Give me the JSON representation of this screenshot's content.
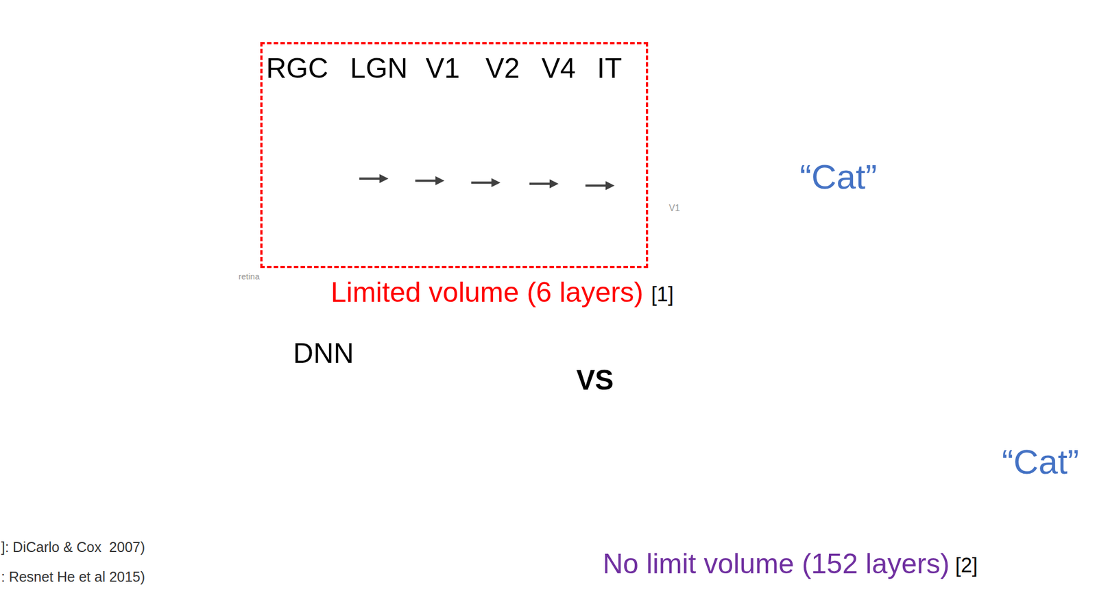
{
  "diagram": {
    "nodes": [
      {
        "text": [
          "Limited volume (6 layers)"
        ]
      },
      {
        "text": [
          "RGC"
        ],
        "in": 0
      },
      {
        "text": [
          "LGN"
        ],
        "in": 0
      },
      {
        "text": [
          "V1"
        ],
        "in": 0
      },
      {
        "text": [
          "V2"
        ],
        "in": 0
      },
      {
        "text": [
          "V4"
        ],
        "in": 0
      },
      {
        "text": [
          "IT"
        ],
        "in": 0
      }
    ],
    "edges": [
      {
        "from": 1,
        "to": 2,
        "arrow": "to"
      },
      {
        "from": 2,
        "to": 3,
        "arrow": "to"
      },
      {
        "from": 3,
        "to": 4,
        "arrow": "to"
      },
      {
        "from": 4,
        "to": 5,
        "arrow": "to"
      },
      {
        "from": 5,
        "to": 6,
        "arrow": "to"
      }
    ],
    "labels": [
      "“Cat”",
      "[1]",
      "DNN",
      "VS",
      "“Cat”",
      "No limit volume (152 layers)",
      "[2]",
      "]: DiCarlo & Cox  2007)",
      ": Resnet He et al 2015)",
      "retina",
      "V1"
    ]
  }
}
